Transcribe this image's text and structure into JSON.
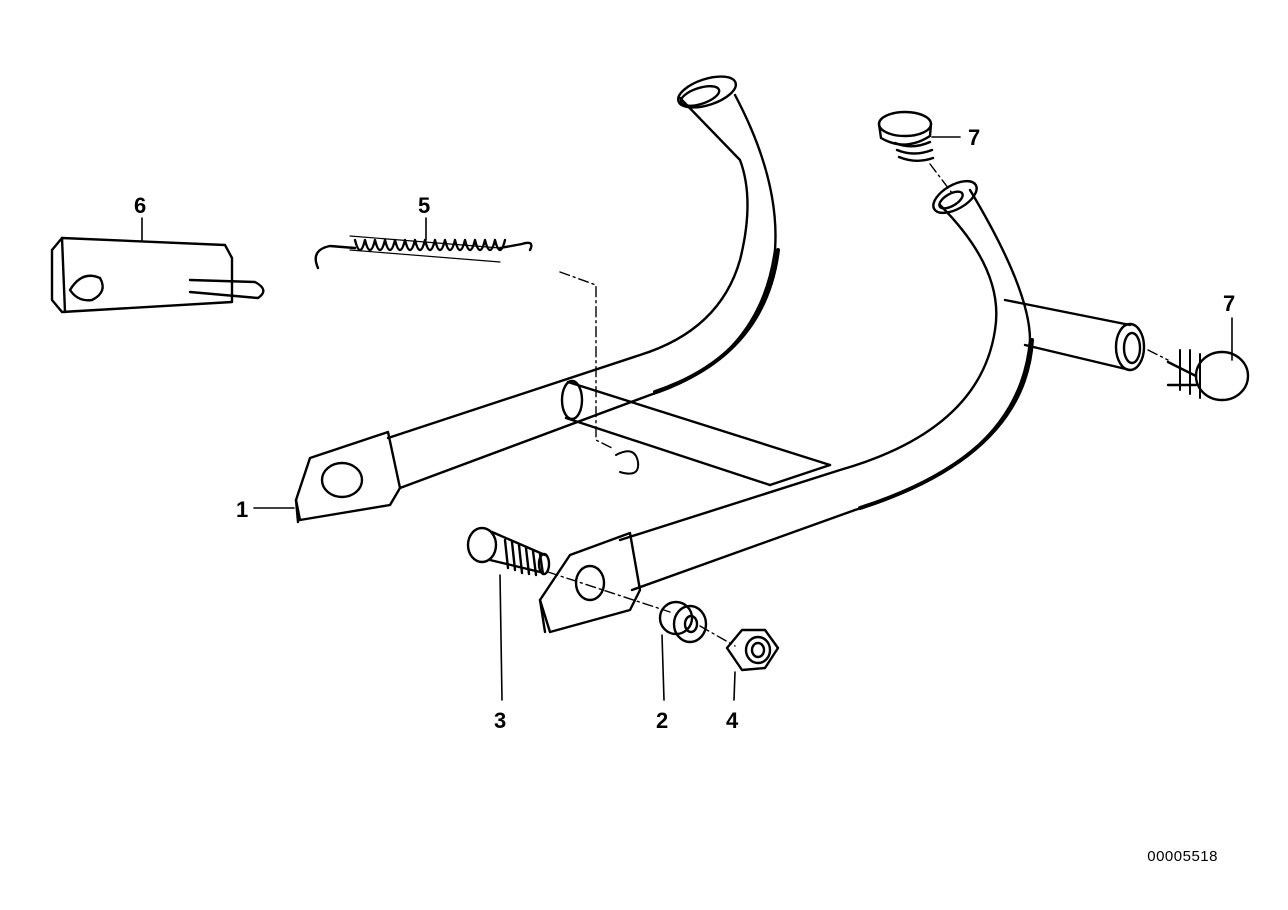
{
  "callouts": {
    "c1": "1",
    "c2": "2",
    "c3": "3",
    "c4": "4",
    "c5": "5",
    "c6": "6",
    "c7a": "7",
    "c7b": "7"
  },
  "reference_number": "00005518",
  "colors": {
    "ink": "#000000",
    "paper": "#ffffff"
  }
}
